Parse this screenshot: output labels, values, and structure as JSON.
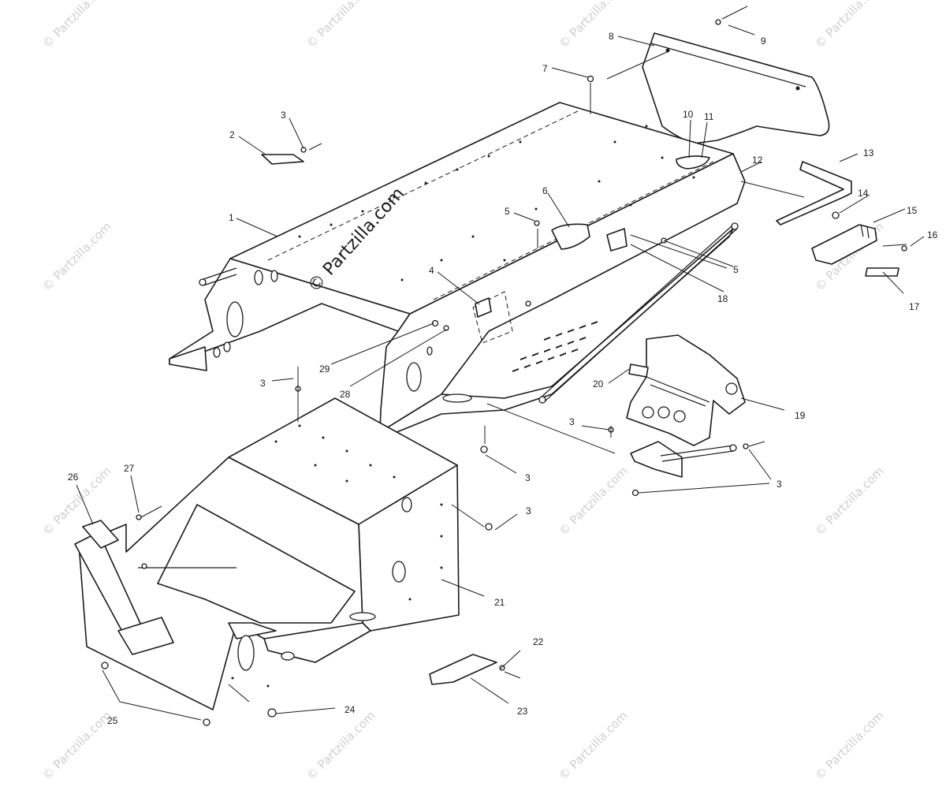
{
  "watermark": {
    "text": "© Partzilla.com",
    "center_text": "© Partzilla.com"
  },
  "callouts": {
    "c1": "1",
    "c2": "2",
    "c3a": "3",
    "c3b": "3",
    "c3c": "3",
    "c3d": "3",
    "c3e": "3",
    "c3f": "3",
    "c4": "4",
    "c5a": "5",
    "c5b": "5",
    "c6": "6",
    "c7": "7",
    "c8": "8",
    "c9": "9",
    "c10": "10",
    "c11": "11",
    "c12": "12",
    "c13": "13",
    "c14": "14",
    "c15": "15",
    "c16": "16",
    "c17": "17",
    "c18": "18",
    "c19": "19",
    "c20": "20",
    "c21": "21",
    "c22": "22",
    "c23": "23",
    "c24": "24",
    "c25": "25",
    "c26": "26",
    "c27": "27",
    "c28": "28",
    "c29": "29"
  }
}
